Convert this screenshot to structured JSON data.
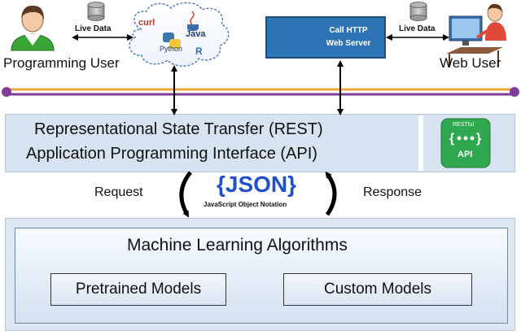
{
  "top": {
    "left_user_label": "Programming User",
    "right_user_label": "Web User",
    "live_data_left": "Live Data",
    "live_data_right": "Live Data",
    "cloud_labels": [
      "curl",
      "Java",
      "Python",
      "R"
    ],
    "server_line1": "Call HTTP",
    "server_line2": "Web Server"
  },
  "rest": {
    "line1": "Representational State Transfer (REST)",
    "line2": "Application Programming Interface (API)",
    "badge_top": "RESTful",
    "badge_bottom": "API"
  },
  "exchange": {
    "request": "Request",
    "response": "Response",
    "json_logo": "{JSON}",
    "json_sub": "JavaScript Object Notation"
  },
  "ml": {
    "title": "Machine Learning Algorithms",
    "left_box": "Pretrained Models",
    "right_box": "Custom Models"
  },
  "colors": {
    "accent_blue": "#2e74b5",
    "orange_line": "#f2a23a",
    "purple_line": "#7f3f98",
    "json_blue": "#1f4fcf",
    "badge_green": "#2fa84f"
  }
}
